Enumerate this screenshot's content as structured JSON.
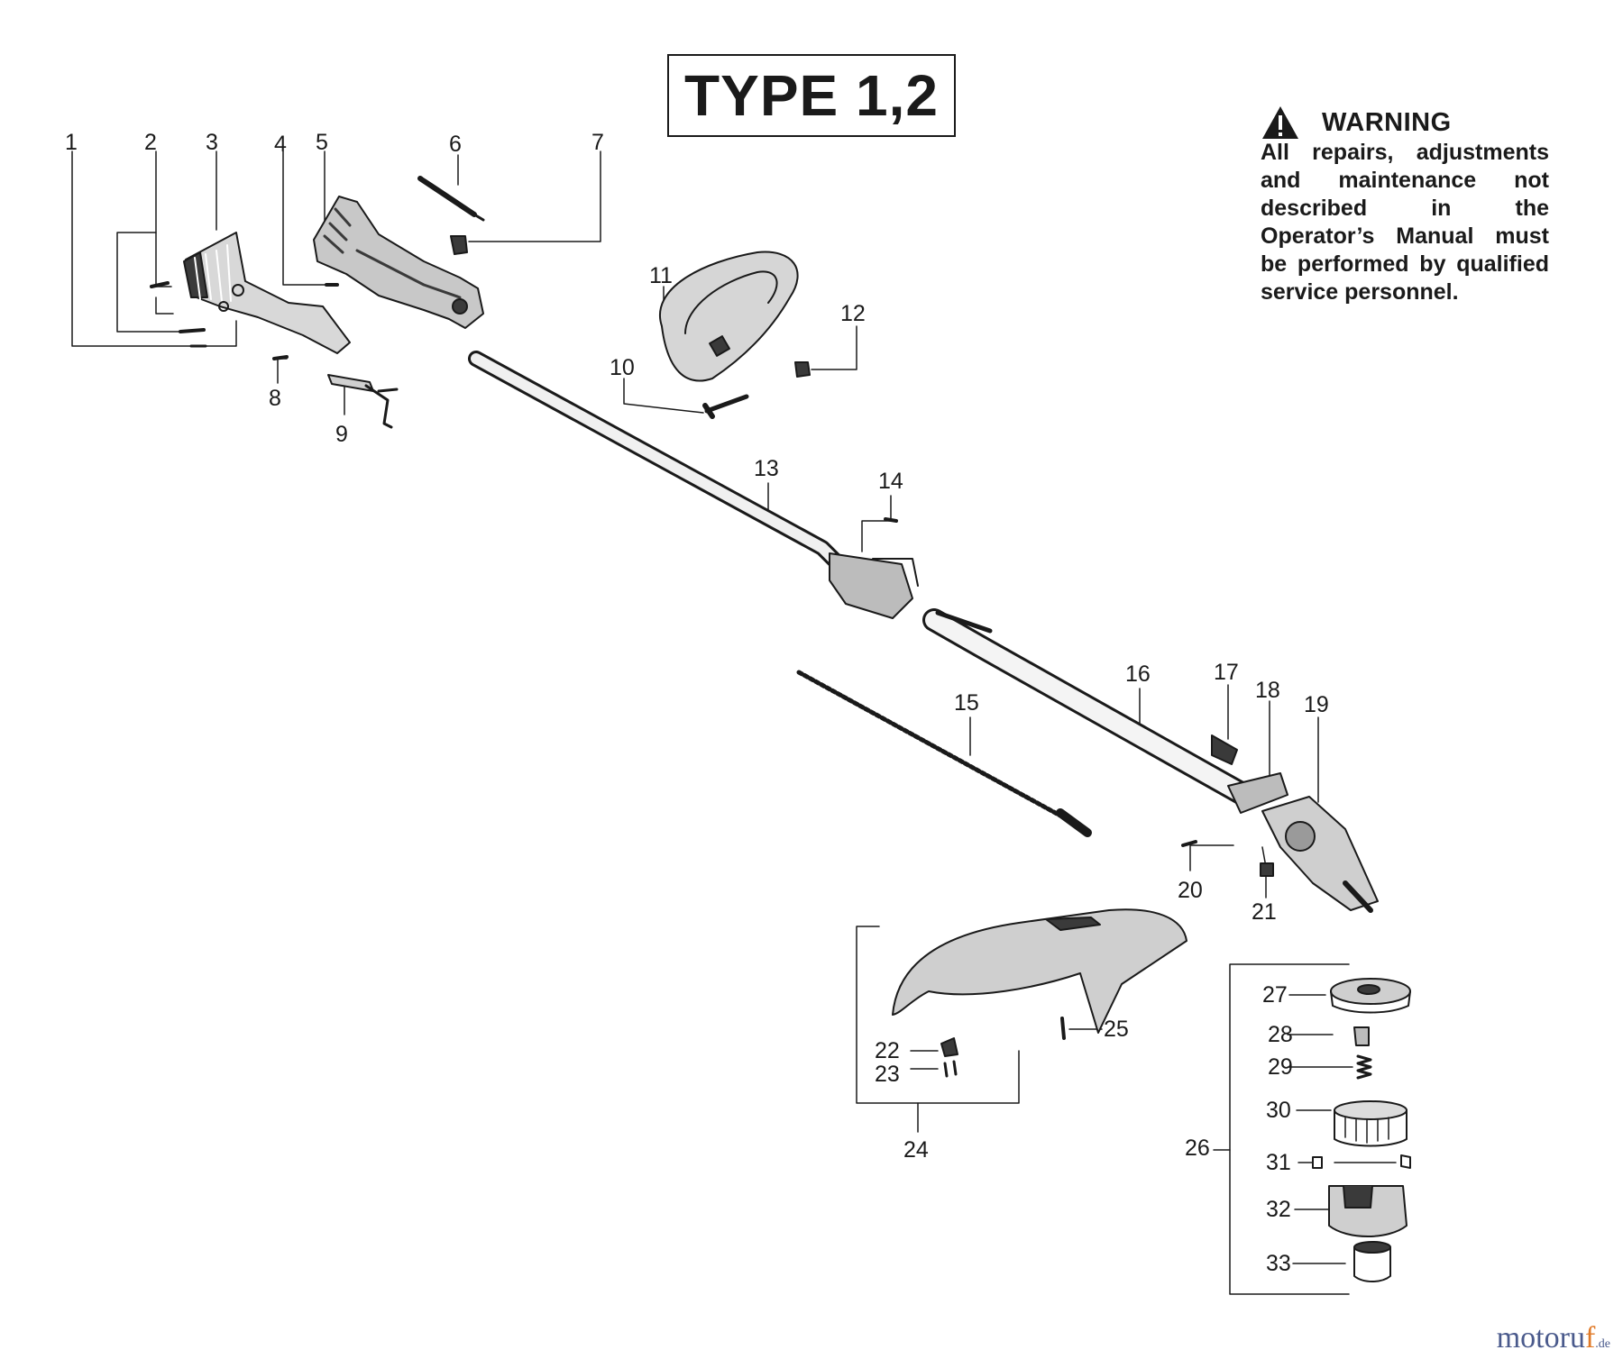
{
  "title": "TYPE 1,2",
  "warning": {
    "icon": "warning-triangle-icon",
    "heading": "WARNING",
    "body": "All repairs, adjustments and maintenance not described in the Operator’s Manual must be performed by qualified service personnel."
  },
  "watermark": {
    "part1": "motoru",
    "part2": "f",
    "suffix": ".de"
  },
  "callouts": [
    {
      "num": "1"
    },
    {
      "num": "2"
    },
    {
      "num": "3"
    },
    {
      "num": "4"
    },
    {
      "num": "5"
    },
    {
      "num": "6"
    },
    {
      "num": "7"
    },
    {
      "num": "8"
    },
    {
      "num": "9"
    },
    {
      "num": "10"
    },
    {
      "num": "11"
    },
    {
      "num": "12"
    },
    {
      "num": "13"
    },
    {
      "num": "14"
    },
    {
      "num": "15"
    },
    {
      "num": "16"
    },
    {
      "num": "17"
    },
    {
      "num": "18"
    },
    {
      "num": "19"
    },
    {
      "num": "20"
    },
    {
      "num": "21"
    },
    {
      "num": "22"
    },
    {
      "num": "23"
    },
    {
      "num": "24"
    },
    {
      "num": "25"
    },
    {
      "num": "26"
    },
    {
      "num": "27"
    },
    {
      "num": "28"
    },
    {
      "num": "29"
    },
    {
      "num": "30"
    },
    {
      "num": "31"
    },
    {
      "num": "32"
    },
    {
      "num": "33"
    }
  ],
  "colors": {
    "ink": "#1a1a1a",
    "part_fill": "#cfcfcf",
    "part_dark": "#3a3a3a"
  }
}
